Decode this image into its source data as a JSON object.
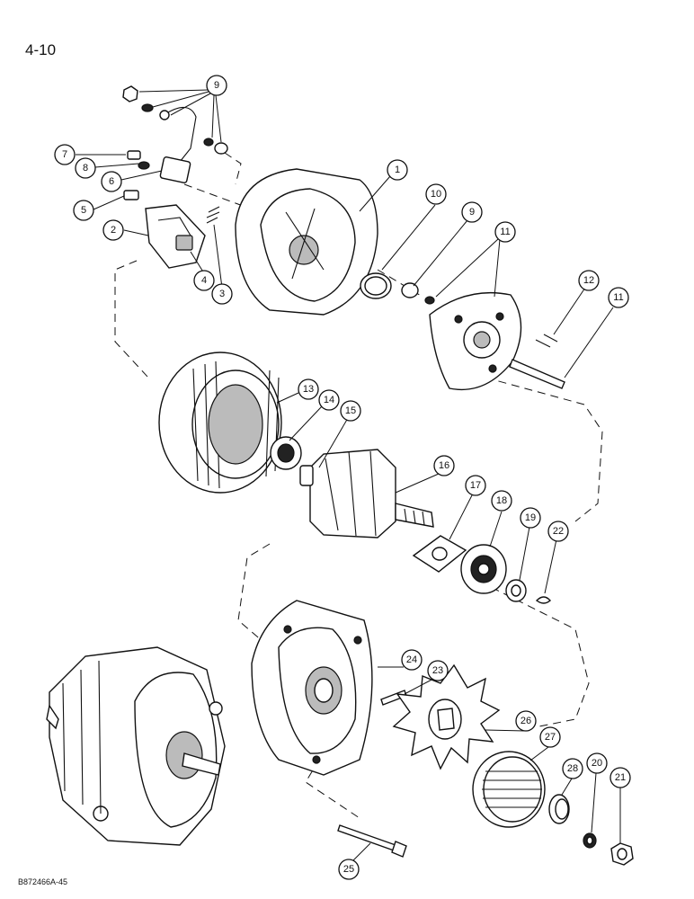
{
  "page": {
    "page_number": "4-10",
    "figure_code": "B872466A-45"
  },
  "callouts": {
    "c1": "1",
    "c2": "2",
    "c3": "3",
    "c4": "4",
    "c5": "5",
    "c6": "6",
    "c7": "7",
    "c8": "8",
    "c9a": "9",
    "c9b": "9",
    "c10": "10",
    "c11a": "11",
    "c11b": "11",
    "c12": "12",
    "c13": "13",
    "c14": "14",
    "c15": "15",
    "c16": "16",
    "c17": "17",
    "c18": "18",
    "c19": "19",
    "c20": "20",
    "c21": "21",
    "c22": "22",
    "c23": "23",
    "c24": "24",
    "c25": "25",
    "c26": "26",
    "c27": "27",
    "c28": "28"
  }
}
